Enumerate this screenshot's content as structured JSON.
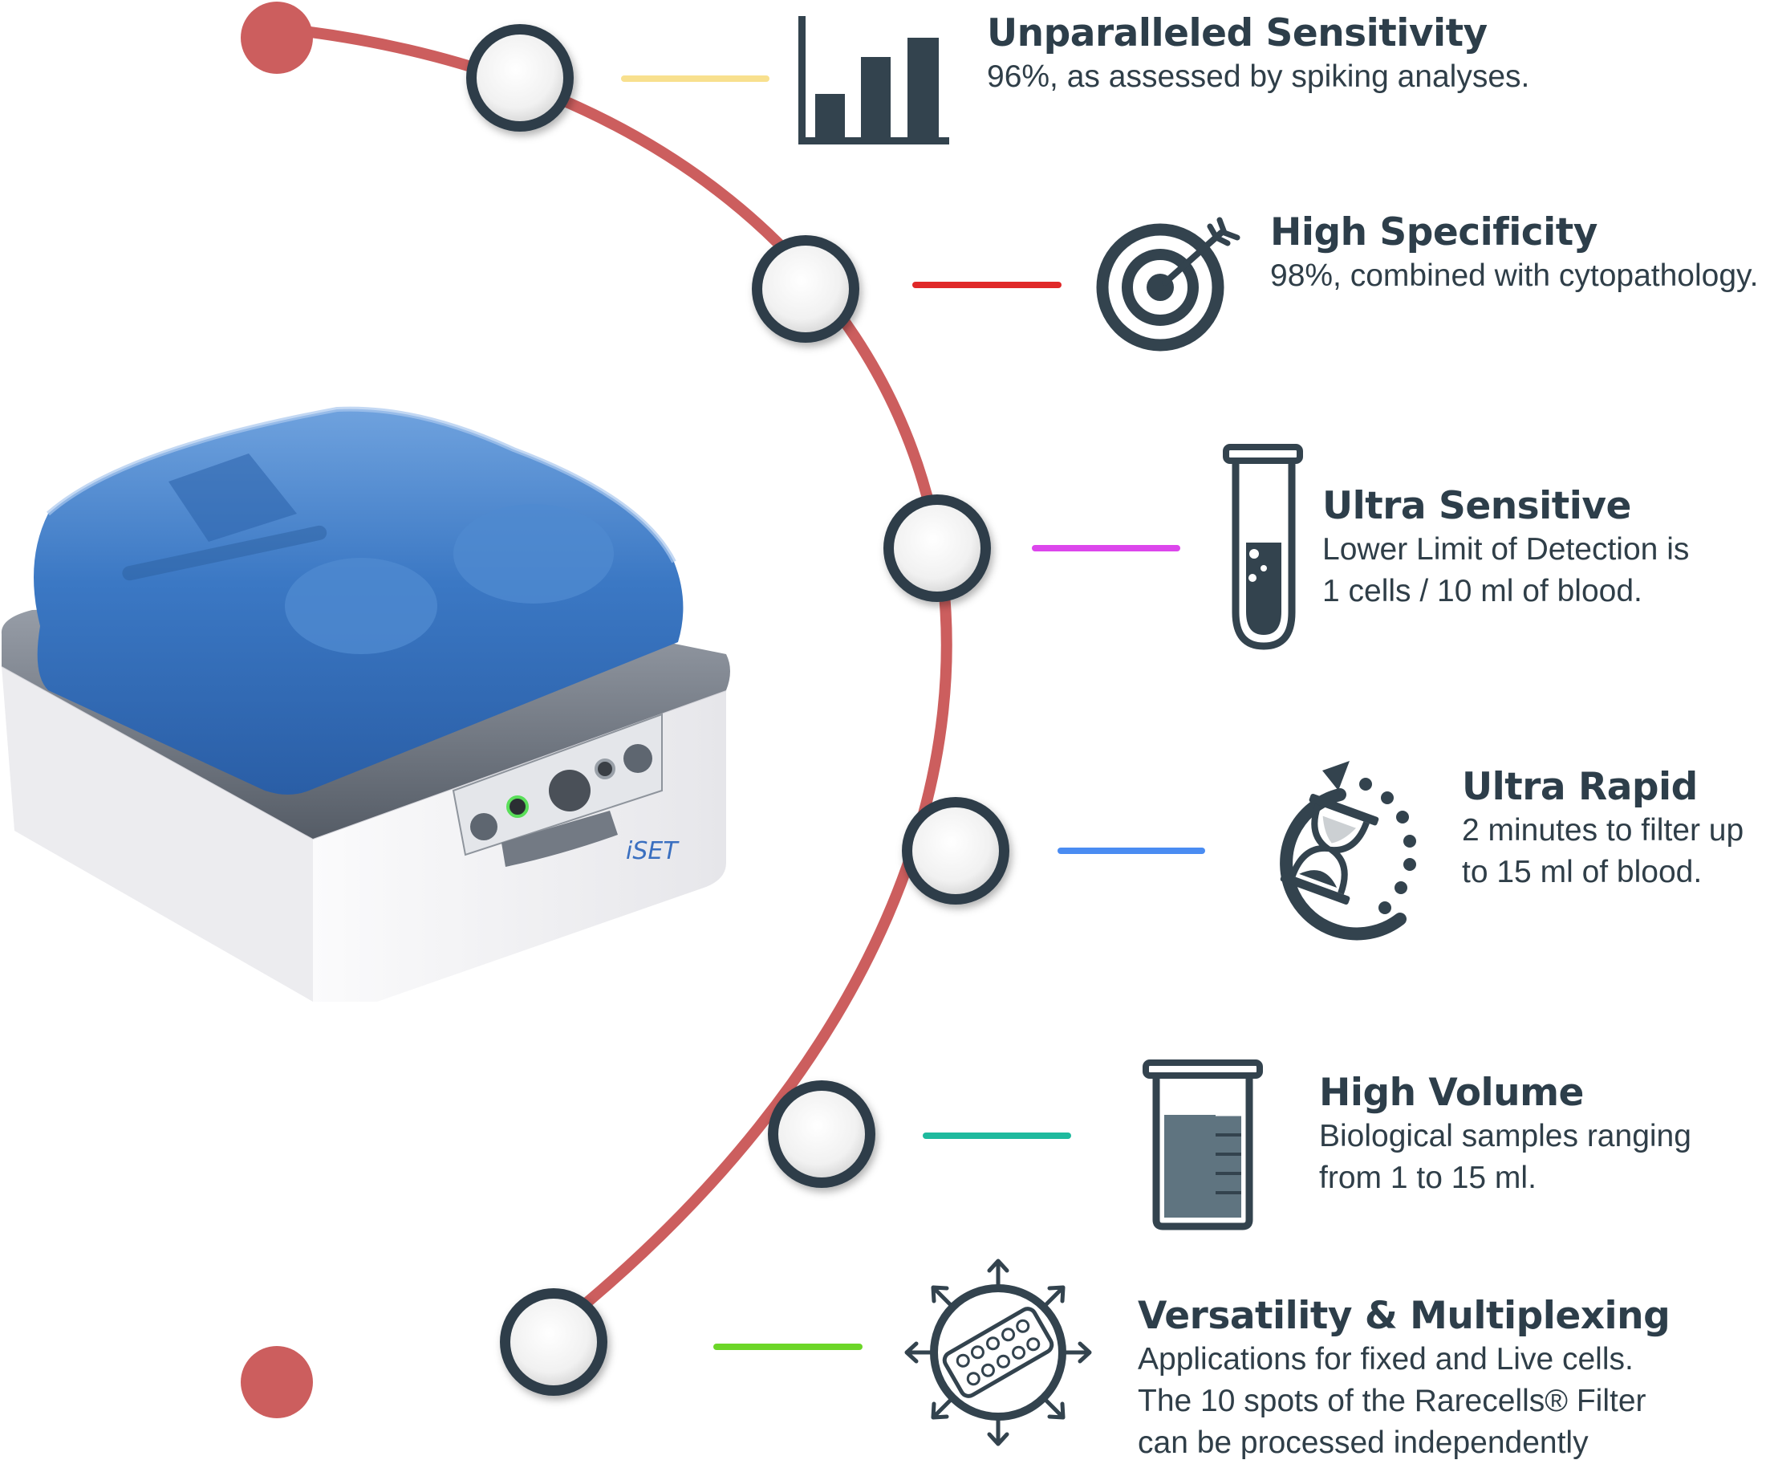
{
  "colors": {
    "arc": "#cc5e5e",
    "node_ring": "#2f3e4a",
    "icon": "#33434e",
    "text": "#2d3e4a",
    "device_lid": "#3b78c4",
    "device_body": "#f2f2f4"
  },
  "device": {
    "brand": "iSET"
  },
  "features": [
    {
      "title": "Unparalleled Sensitivity",
      "lines": [
        "96%, as assessed by spiking  analyses."
      ],
      "icon": "bar-chart-icon",
      "connector_color": "#f8e08e"
    },
    {
      "title": "High Specificity",
      "lines": [
        "98%, combined with cytopathology."
      ],
      "icon": "target-icon",
      "connector_color": "#e02828"
    },
    {
      "title": "Ultra Sensitive",
      "lines": [
        "Lower Limit of Detection is",
        "1 cells / 10 ml of blood."
      ],
      "icon": "test-tube-icon",
      "connector_color": "#dc46ec"
    },
    {
      "title": "Ultra Rapid",
      "lines": [
        "2 minutes to filter up",
        "to 15 ml of blood."
      ],
      "icon": "hourglass-timer-icon",
      "connector_color": "#4a8cf2"
    },
    {
      "title": "High Volume",
      "lines": [
        "Biological samples  ranging",
        "from  1 to 15 ml."
      ],
      "icon": "beaker-icon",
      "connector_color": "#1fba9e"
    },
    {
      "title": "Versatility & Multiplexing",
      "lines": [
        "Applications for fixed and Live cells.",
        "The 10 spots of the Rarecells® Filter",
        "can be processed independently"
      ],
      "icon": "multiplex-filter-icon",
      "connector_color": "#6cd628"
    }
  ]
}
